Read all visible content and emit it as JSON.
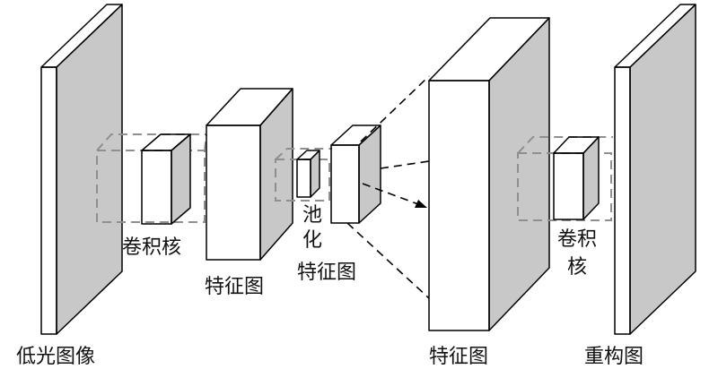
{
  "labels": {
    "input_image": "低光图像",
    "conv_kernel_1": "卷积核",
    "feature_map_1": "特征图",
    "pooled_line1": "池",
    "pooled_line2": "化",
    "pooled_line3": "特征图",
    "feature_map_2": "特征图",
    "conv_kernel_2_line1": "卷积",
    "conv_kernel_2_line2": "核",
    "output_image": "重构图"
  },
  "colors": {
    "front_face": "#efefef",
    "side_face": "#c8c8c8",
    "top_face": "#f8f8f8",
    "dashed_frame": "#8f8f8f",
    "outline": "#000000"
  }
}
